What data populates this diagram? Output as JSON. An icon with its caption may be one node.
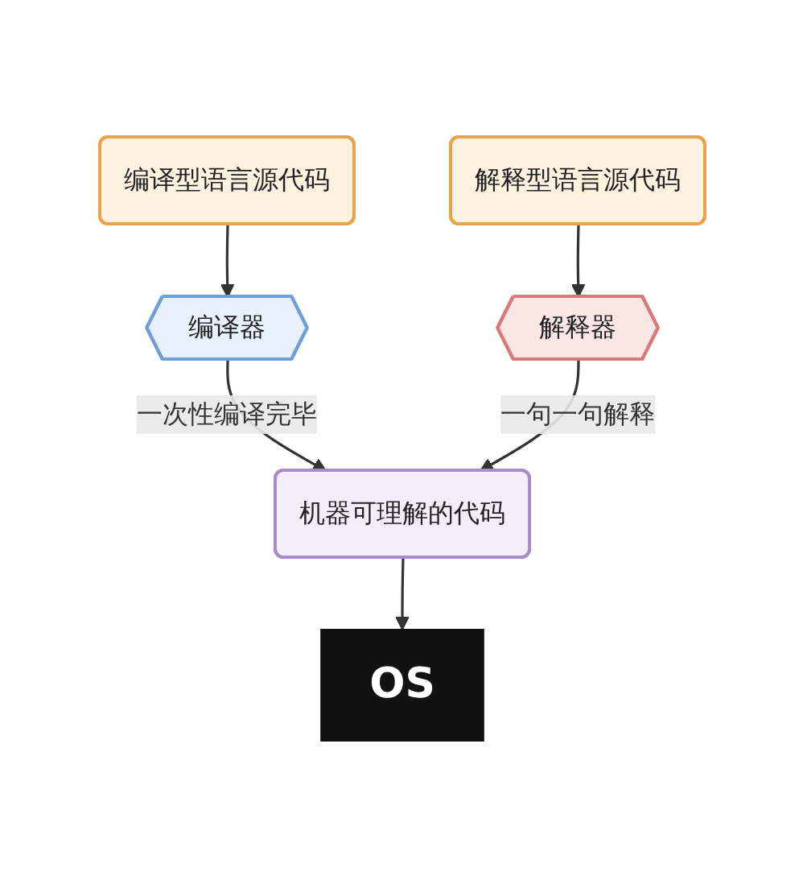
{
  "diagram": {
    "nodes": [
      {
        "text": [
          "编译型语言源代码"
        ]
      },
      {
        "text": [
          "解释型语言源代码"
        ]
      },
      {
        "text": [
          "编译器"
        ]
      },
      {
        "text": [
          "解释器"
        ]
      },
      {
        "text": [
          "机器可理解的代码"
        ]
      },
      {
        "text": [
          "OS"
        ]
      }
    ],
    "edges": [
      {
        "from": 0,
        "to": 2,
        "arrow": "to"
      },
      {
        "from": 1,
        "to": 3,
        "arrow": "to"
      },
      {
        "from": 2,
        "to": 4,
        "label": "一次性编译完毕",
        "arrow": "to"
      },
      {
        "from": 3,
        "to": 4,
        "label": "一句一句解释",
        "arrow": "to"
      },
      {
        "from": 4,
        "to": 5,
        "arrow": "to"
      }
    ]
  }
}
